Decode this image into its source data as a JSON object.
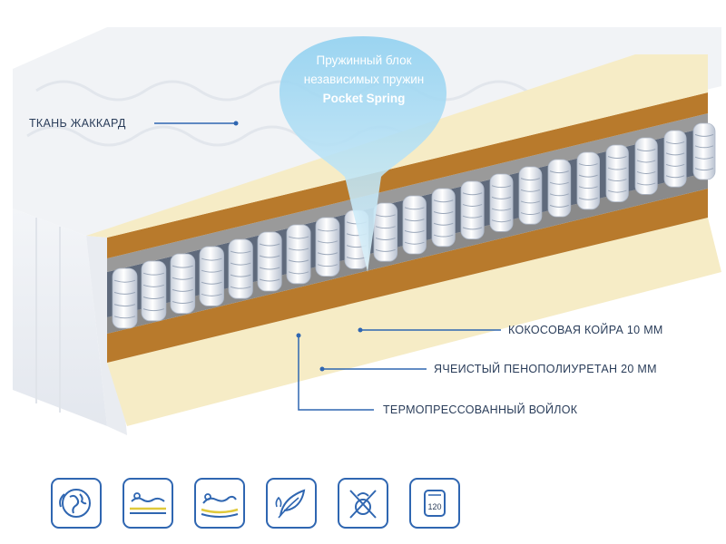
{
  "callout": {
    "line1": "Пружинный блок",
    "line2": "независимых пружин",
    "line3": "Pocket Spring"
  },
  "labels": {
    "fabric": "ТКАНЬ ЖАККАРД",
    "coir": "КОКОСОВАЯ КОЙРА 10 ММ",
    "foam": "ЯЧЕИСТЫЙ ПЕНОПОЛИУРЕТАН 20 ММ",
    "felt": "ТЕРМОПРЕССОВАННЫЙ ВОЙЛОК"
  },
  "icons": [
    {
      "name": "breathable-globe-icon"
    },
    {
      "name": "medium-firmness-icon"
    },
    {
      "name": "orthopedic-support-icon"
    },
    {
      "name": "natural-material-icon"
    },
    {
      "name": "hypoallergenic-icon"
    },
    {
      "name": "max-weight-icon",
      "text": "120"
    }
  ],
  "colors": {
    "accent": "#2f66b1",
    "label_text": "#2a3d5a",
    "coir": "#b87a2c",
    "foam": "#f6ecc6",
    "felt": "#8a8a8a"
  }
}
